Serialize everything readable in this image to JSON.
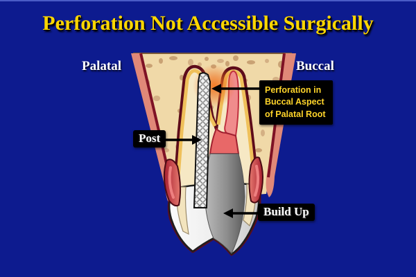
{
  "slide": {
    "title": "Perforation Not Accessible Surgically"
  },
  "anatomy_labels": {
    "palatal": "Palatal",
    "buccal": "Buccal"
  },
  "callouts": {
    "post": {
      "label": "Post"
    },
    "build_up": {
      "label": "Build Up"
    },
    "perforation": {
      "lines": [
        "Perforation in",
        "Buccal Aspect",
        "of Palatal Root"
      ]
    }
  },
  "colors": {
    "background": "#0D1B8F",
    "top_border": "#4A5CC6",
    "title_text": "#FFD700",
    "callout_text_yellow": "#FFD42A",
    "label_text": "#FFFFFF",
    "callout_box": "#000000",
    "bone": "#F0D9A8",
    "bone_spots": "#C9A274",
    "dentin": "#F6E8C4",
    "cementum_gold": "#EFC05A",
    "root_outline": "#6E0E1E",
    "mucosa_pink": "#E08878",
    "gingiva_red": "#C22B3C",
    "canal_pink": "#F08C8C",
    "pulp_red": "#E86868",
    "enamel": "#F4F4F4",
    "build_up_gray": "#8A8A8A",
    "perforation_glow": "#F07020"
  }
}
